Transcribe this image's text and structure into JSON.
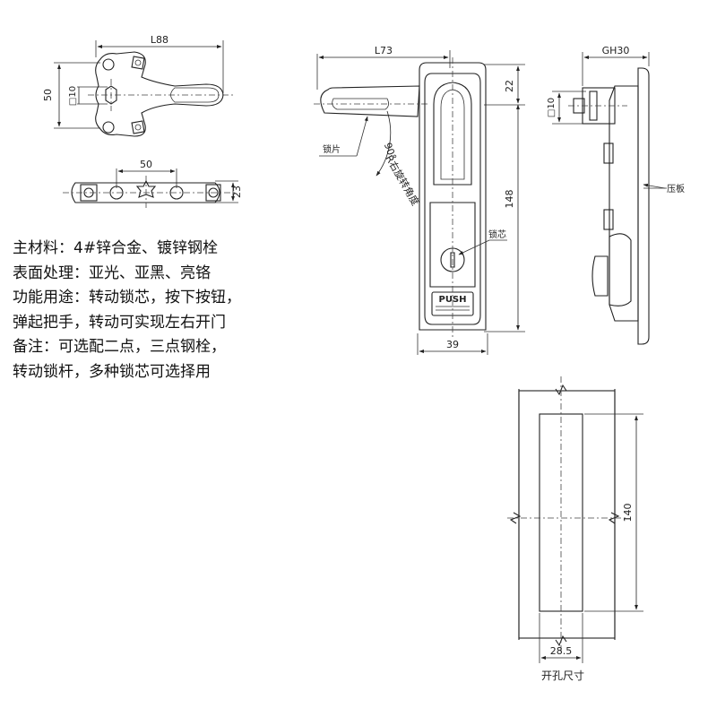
{
  "spec_lines": [
    "主材料：4#锌合金、镀锌钢栓",
    "表面处理：亚光、亚黑、亮铬",
    "功能用途：转动锁芯，按下按钮，",
    "弹起把手，转动可实现左右开门",
    "备注：可选配二点，三点钢栓，",
    "转动锁杆，多种锁芯可选择用"
  ],
  "dimensions": {
    "top_bar_length": "L88",
    "top_bar_height": "50",
    "top_bar_square": "□10",
    "side_bar_pitch": "50",
    "side_bar_height": "23",
    "front_length": "L73",
    "front_offset": "22",
    "front_height": "148",
    "front_width": "39",
    "rotation_angle": "90°",
    "side_gh": "GH30",
    "side_square": "□10",
    "cutout_height": "140",
    "cutout_width": "28.5"
  },
  "labels": {
    "lock_plate": "锁片",
    "rotation_range": "R右旋转角度",
    "lock_core": "锁芯",
    "pressure_plate": "压板",
    "push_button": "PUSH",
    "cutout_size": "开孔尺寸"
  }
}
